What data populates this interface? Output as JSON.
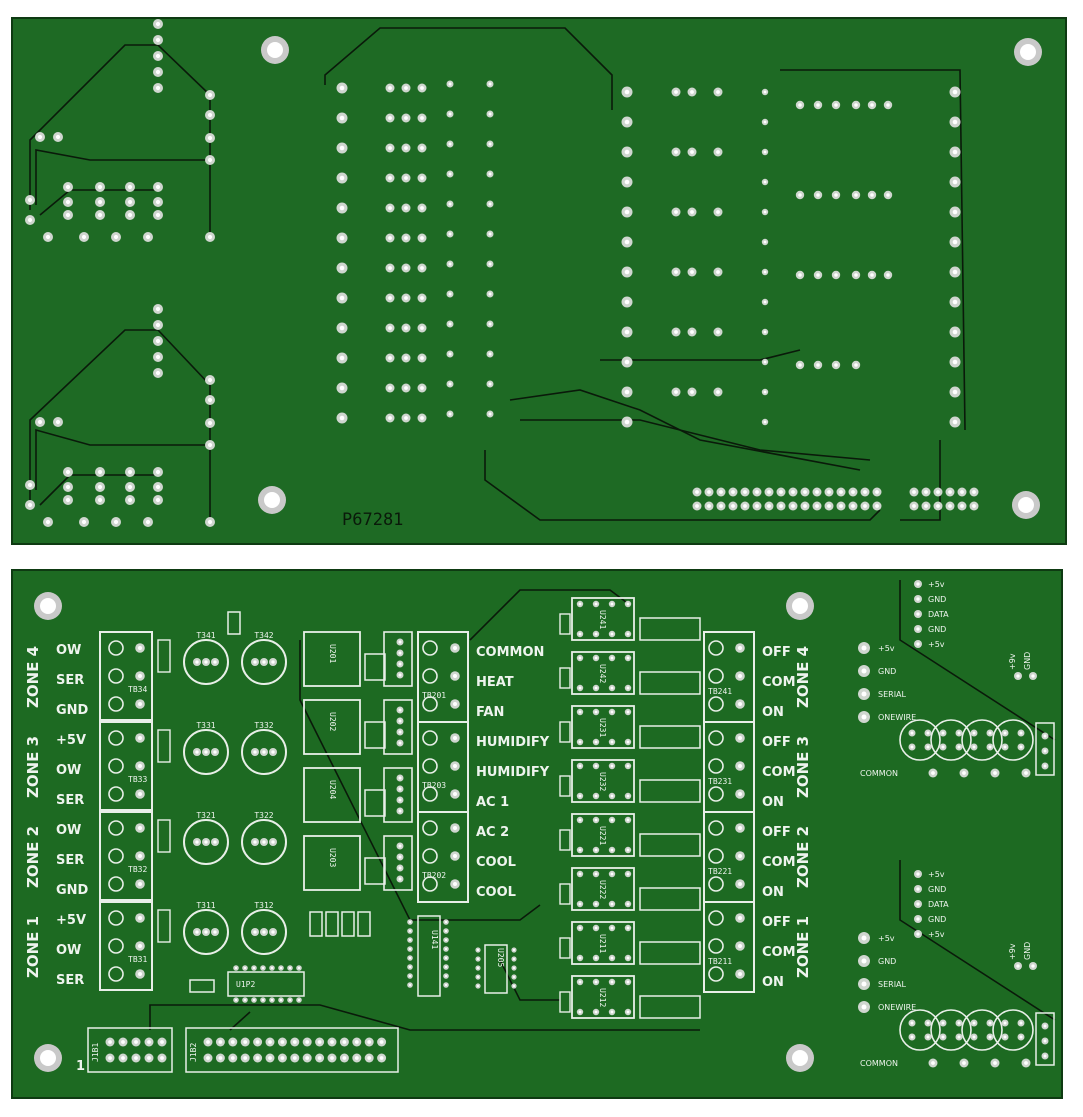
{
  "top_board": {
    "marking": "P67281"
  },
  "bottom_board": {
    "left_zones": [
      {
        "zone": "ZONE 4",
        "terminals": [
          "OW",
          "SER",
          "GND"
        ],
        "block": "TB34",
        "sensors": [
          "T341",
          "T342"
        ]
      },
      {
        "zone": "ZONE 3",
        "terminals": [
          "+5V",
          "OW",
          "SER"
        ],
        "block": "TB33",
        "sensors": [
          "T331",
          "T332"
        ]
      },
      {
        "zone": "ZONE 2",
        "terminals": [
          "OW",
          "SER",
          "GND"
        ],
        "block": "TB32",
        "sensors": [
          "T321",
          "T322"
        ]
      },
      {
        "zone": "ZONE 1",
        "terminals": [
          "+5V",
          "OW",
          "SER"
        ],
        "block": "TB31",
        "sensors": [
          "T311",
          "T312"
        ]
      }
    ],
    "hvac_labels": [
      "COMMON",
      "HEAT",
      "FAN",
      "HUMIDIFY",
      "HUMIDIFY",
      "AC 1",
      "AC 2",
      "COOL",
      "COOL"
    ],
    "hvac_blocks": [
      "TB201",
      "TB203",
      "TB202"
    ],
    "hvac_ics": [
      "U201",
      "U202",
      "U204",
      "U203"
    ],
    "right_zones": [
      {
        "zone": "ZONE 4",
        "terminals": [
          "OFF",
          "COM",
          "ON"
        ],
        "block": "TB241"
      },
      {
        "zone": "ZONE 3",
        "terminals": [
          "OFF",
          "COM",
          "ON"
        ],
        "block": "TB231"
      },
      {
        "zone": "ZONE 2",
        "terminals": [
          "OFF",
          "COM",
          "ON"
        ],
        "block": "TB221"
      },
      {
        "zone": "ZONE 1",
        "terminals": [
          "OFF",
          "COM",
          "ON"
        ],
        "block": "TB211"
      }
    ],
    "relay_ics": [
      "U241",
      "U242",
      "U231",
      "U232",
      "U221",
      "U222",
      "U211",
      "U212"
    ],
    "misc_refs": {
      "u1": "U1P2",
      "u141": "U141",
      "u205": "U205",
      "j1": "J1B1",
      "j2": "J1B2",
      "pin1": "1"
    },
    "sensor_module": {
      "header_labels": [
        "+5v",
        "GND",
        "DATA",
        "GND",
        "+5v"
      ],
      "side_labels": [
        "+5v",
        "GND",
        "SERIAL",
        "ONEWIRE"
      ],
      "jumper_labels": [
        "+9v",
        "GND"
      ],
      "common_label": "COMMON"
    }
  }
}
